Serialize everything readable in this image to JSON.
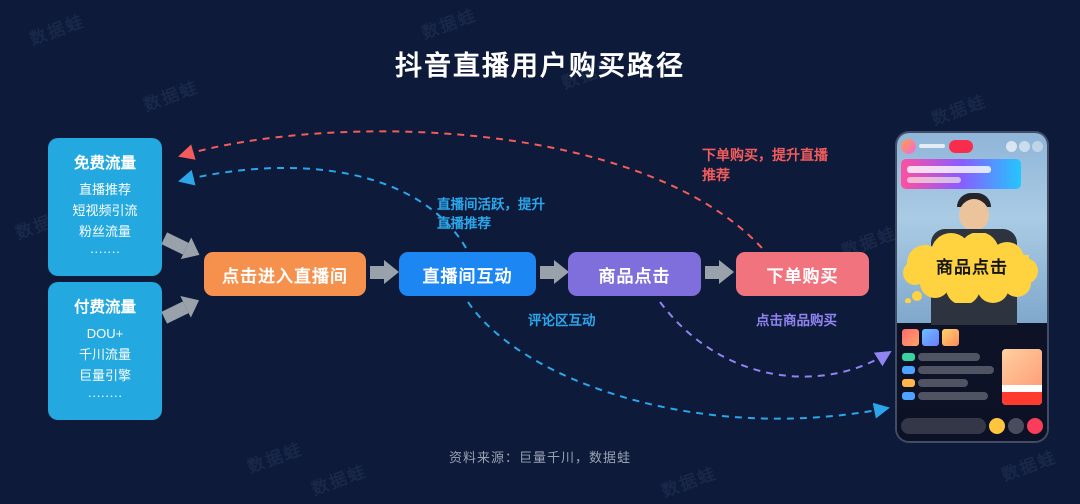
{
  "title": "抖音直播用户购买路径",
  "watermark_text": "数据蛙",
  "traffic_boxes": [
    {
      "title": "免费流量",
      "color": "#23a9e0",
      "lines": [
        "直播推荐",
        "短视频引流",
        "粉丝流量",
        "·······"
      ]
    },
    {
      "title": "付费流量",
      "color": "#23a9e0",
      "lines": [
        "DOU+",
        "千川流量",
        "巨量引擎",
        "········"
      ]
    }
  ],
  "flow_steps": [
    {
      "label": "点击进入直播间",
      "color": "#f5914d"
    },
    {
      "label": "直播间互动",
      "color": "#1c86f2"
    },
    {
      "label": "商品点击",
      "color": "#7e6fdc"
    },
    {
      "label": "下单购买",
      "color": "#f1737e"
    }
  ],
  "annotations": {
    "order_boost": {
      "text": "下单购买，提升直播推荐",
      "color": "#f25c5c"
    },
    "active_boost": {
      "text": "直播间活跃，提升直播推荐",
      "color": "#2ba6ea"
    },
    "comment_interact": {
      "text": "评论区互动",
      "color": "#2ba6ea"
    },
    "click_buy": {
      "text": "点击商品购买",
      "color": "#9183f0"
    }
  },
  "phone": {
    "callout": "商品点击"
  },
  "footer": "资料来源：巨量千川，数据蛙"
}
